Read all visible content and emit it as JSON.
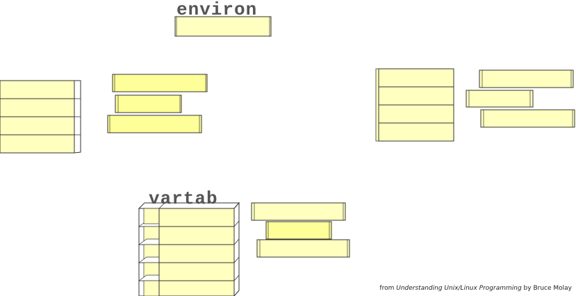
{
  "labels": {
    "environ": "environ",
    "vartab": "vartab"
  },
  "credit": {
    "prefix": "from ",
    "book": "Understanding Unix/Linux Programming",
    "suffix": " by Bruce Molay"
  },
  "colors": {
    "fill": "#ffffc0",
    "fill_strong": "#ffff99",
    "stroke": "#333333",
    "edge": "#d8d890"
  }
}
